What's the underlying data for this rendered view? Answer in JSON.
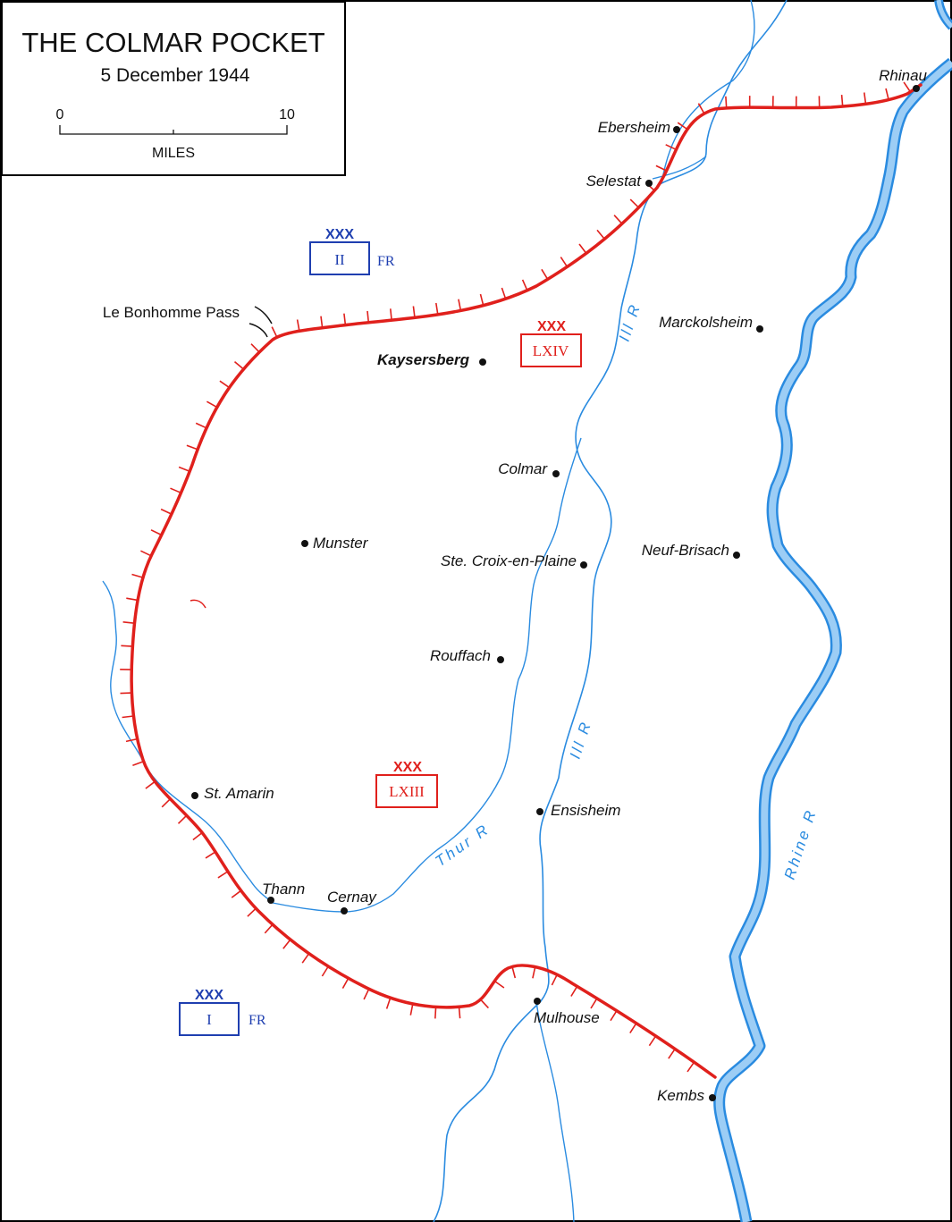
{
  "title": "THE COLMAR POCKET",
  "subtitle": "5 December 1944",
  "scale": {
    "min": "0",
    "max": "10",
    "unit": "MILES"
  },
  "colors": {
    "allied": "#1f3fb0",
    "axis": "#e0201c",
    "river": "#2a8be0",
    "river_fill": "#5aaaea"
  },
  "towns": [
    {
      "id": "rhinau",
      "name": "Rhinau"
    },
    {
      "id": "ebersheim",
      "name": "Ebersheim"
    },
    {
      "id": "selestat",
      "name": "Selestat"
    },
    {
      "id": "marckolsheim",
      "name": "Marckolsheim"
    },
    {
      "id": "kaysersberg",
      "name": "Kaysersberg"
    },
    {
      "id": "colmar",
      "name": "Colmar"
    },
    {
      "id": "munster",
      "name": "Munster"
    },
    {
      "id": "ste-croix",
      "name": "Ste. Croix-en-Plaine"
    },
    {
      "id": "neuf-brisach",
      "name": "Neuf-Brisach"
    },
    {
      "id": "rouffach",
      "name": "Rouffach"
    },
    {
      "id": "st-amarin",
      "name": "St. Amarin"
    },
    {
      "id": "ensisheim",
      "name": "Ensisheim"
    },
    {
      "id": "thann",
      "name": "Thann"
    },
    {
      "id": "cernay",
      "name": "Cernay"
    },
    {
      "id": "mulhouse",
      "name": "Mulhouse"
    },
    {
      "id": "kembs",
      "name": "Kembs"
    }
  ],
  "features": {
    "pass": "Le Bonhomme Pass"
  },
  "rivers": {
    "ill_north": "Ill R",
    "ill_south": "Ill R",
    "thur": "Thur R",
    "rhine": "Rhine R"
  },
  "units": [
    {
      "id": "ii-fr",
      "echelon": "XXX",
      "name": "II",
      "nationality": "FR",
      "side": "allied"
    },
    {
      "id": "lxiv",
      "echelon": "XXX",
      "name": "LXIV",
      "nationality": "",
      "side": "axis"
    },
    {
      "id": "lxiii",
      "echelon": "XXX",
      "name": "LXIII",
      "nationality": "",
      "side": "axis"
    },
    {
      "id": "i-fr",
      "echelon": "XXX",
      "name": "I",
      "nationality": "FR",
      "side": "allied"
    }
  ]
}
